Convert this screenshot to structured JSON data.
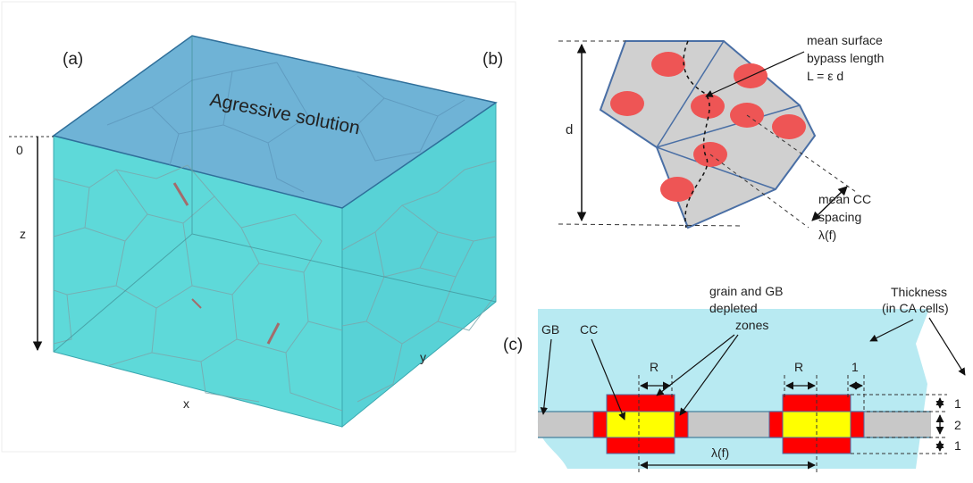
{
  "panel_a": {
    "label": "(a)",
    "top_face_text": "Agressive solution",
    "axis_z_zero": "0",
    "axis_z": "z",
    "axis_x": "x",
    "axis_y": "y"
  },
  "panel_b": {
    "label": "(b)",
    "height_label": "d",
    "bypass_line1": "mean surface",
    "bypass_line2": "bypass length",
    "bypass_line3": "L = ε d",
    "spacing_line1": "mean CC",
    "spacing_line2": "spacing",
    "spacing_line3": "λ(f)"
  },
  "panel_c": {
    "label": "(c)",
    "gb": "GB",
    "cc": "CC",
    "zones_line1": "grain and GB",
    "zones_line2": "depleted",
    "zones_line3": "zones",
    "thickness_line1": "Thickness",
    "thickness_line2": "(in CA cells)",
    "r_left": "R",
    "r_right": "R",
    "one_top": "1",
    "spacing": "λ(f)",
    "scale_1a": "1",
    "scale_2": "2",
    "scale_1b": "1"
  },
  "colors": {
    "top_face": "#6fb3d6",
    "side_face": "#5ed9d9",
    "particle": "#ee5555",
    "yellow": "#ffff00",
    "red": "#ff0000",
    "gb_band": "#c8c8c8",
    "grain": "#b8eaf2"
  }
}
